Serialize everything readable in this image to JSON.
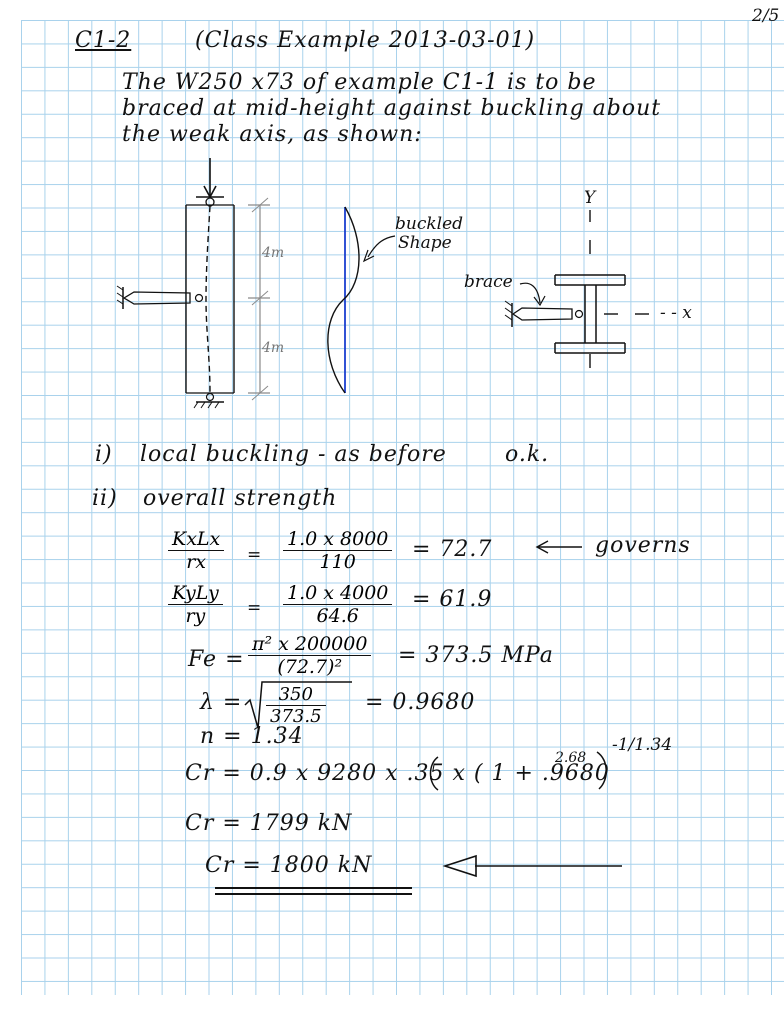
{
  "page_number": "2/5",
  "heading": {
    "code": "C1-2",
    "subtitle": "(Class Example 2013-03-01)"
  },
  "intro": {
    "line1": "The  W250 x73  of  example  C1-1  is  to  be",
    "line2": "braced  at  mid-height  against  buckling  about",
    "line3": "the  weak  axis,  as  shown:"
  },
  "figure": {
    "top_dim": "4m",
    "bottom_dim": "4m",
    "buckled_label_1": "buckled",
    "buckled_label_2": "Shape",
    "brace_label": "brace",
    "axis_y": "Y",
    "axis_x": "- - x"
  },
  "checks": {
    "i_marker": "i)",
    "i_text": "local  buckling  -  as  before",
    "i_result": "o.k.",
    "ii_marker": "ii)",
    "ii_text": "overall  strength"
  },
  "calc": {
    "kx_lhs_num": "KxLx",
    "kx_lhs_den": "rx",
    "kx_rhs_num": "1.0 x 8000",
    "kx_rhs_den": "110",
    "kx_result": "= 72.7",
    "kx_note": "governs",
    "ky_lhs_num": "KyLy",
    "ky_lhs_den": "ry",
    "ky_rhs_num": "1.0 x 4000",
    "ky_rhs_den": "64.6",
    "ky_result": "= 61.9",
    "fe_lhs": "Fe =",
    "fe_num": "π² x 200000",
    "fe_den": "(72.7)²",
    "fe_result": "=  373.5 MPa",
    "lambda_lhs": "λ =",
    "lambda_num": "350",
    "lambda_den": "373.5",
    "lambda_result": "=  0.9680",
    "n_line": "n = 1.34",
    "cr_eq": "Cr = 0.9 x 9280 x .35 x ( 1 + .9680",
    "cr_exp_inner": "2.68",
    "cr_exp_outer": "-1/1.34",
    "cr_value": "Cr =  1799  kN",
    "cr_final": "Cr = 1800 kN"
  }
}
